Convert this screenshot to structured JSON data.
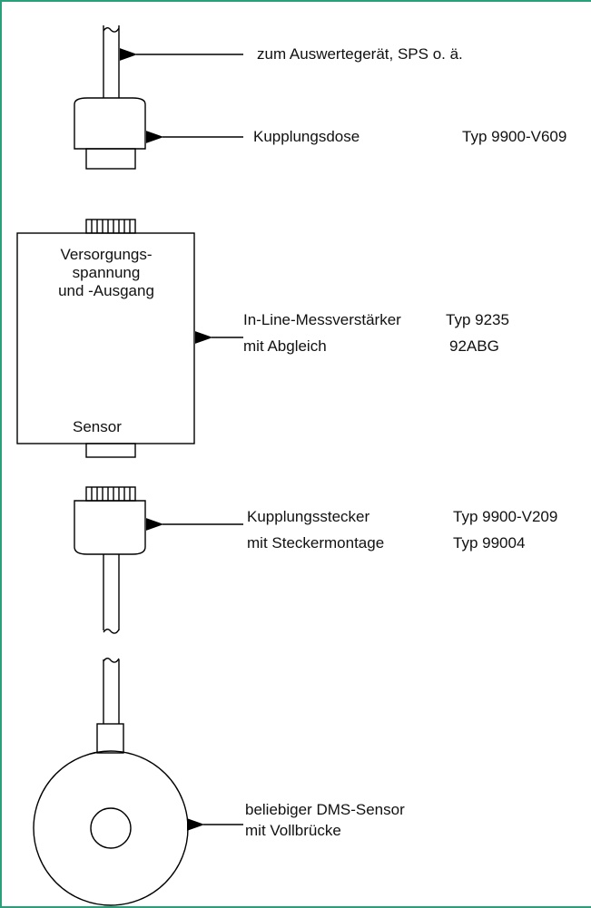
{
  "cable_top_label": "zum Auswertegerät, SPS o. ä.",
  "coupling_socket": {
    "label": "Kupplungsdose",
    "type": "Typ 9900-V609"
  },
  "amplifier": {
    "supply_label": "Versorgungs-\nspannung\nund -Ausgang",
    "sensor_label": "Sensor",
    "line1_label": "In-Line-Messverstärker",
    "line1_type": "Typ 9235",
    "line2_label": "mit Abgleich",
    "line2_type": "92ABG"
  },
  "coupling_plug": {
    "line1_label": "Kupplungsstecker",
    "line1_type": "Typ 9900-V209",
    "line2_label": "mit Steckermontage",
    "line2_type": "Typ 99004"
  },
  "sensor": {
    "line1_label": "beliebiger DMS-Sensor",
    "line2_label": "mit Vollbrücke"
  },
  "colors": {
    "frame": "#2aa07a",
    "line": "#000000"
  }
}
